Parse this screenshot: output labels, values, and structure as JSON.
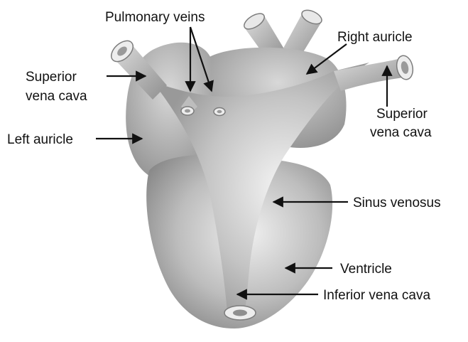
{
  "labels": {
    "pulmonary_veins": "Pulmonary veins",
    "right_auricle": "Right auricle",
    "superior_vena_cava_left_1": "Superior",
    "superior_vena_cava_left_2": "vena cava",
    "superior_vena_cava_right_1": "Superior",
    "superior_vena_cava_right_2": "vena cava",
    "left_auricle": "Left auricle",
    "sinus_venosus": "Sinus venosus",
    "ventricle": "Ventricle",
    "inferior_vena_cava": "Inferior vena cava"
  },
  "colors": {
    "background": "#ffffff",
    "organ_light": "#e6e6e6",
    "organ_mid": "#b9b9b9",
    "organ_dark": "#8a8a8a",
    "text": "#111111"
  }
}
